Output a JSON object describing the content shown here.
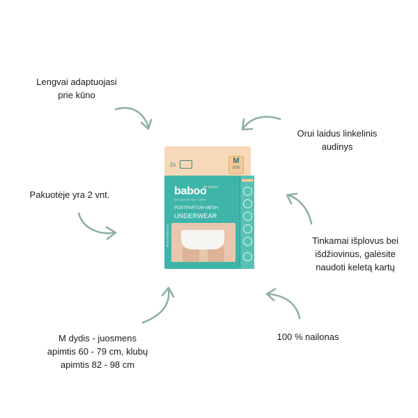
{
  "labels": {
    "top_left": [
      "Lengvai adaptuojasi",
      "prie kūno"
    ],
    "top_right": [
      "Orui laidus linkelinis",
      "audinys"
    ],
    "mid_left": [
      "Pakuotėje yra 2 vnt."
    ],
    "mid_right": [
      "Tinkamai išplovus bei",
      "išdžiovinus, galėsite",
      "naudoti keletą kartų"
    ],
    "bottom_left": [
      "M dydis - juosmens",
      "apimtis 60 - 79 cm, klubų",
      "apimtis 82 - 98 cm"
    ],
    "bottom_right": [
      "100 % nailonas"
    ]
  },
  "product": {
    "count": "2x",
    "size_letter": "M",
    "size_word": "SIZE",
    "brand": "baboo",
    "brand_sub": "for moms",
    "tagline": "BECAUSE WE CARE",
    "line1": "POSTPARTUM MESH",
    "line2": "UNDERWEAR",
    "side_text": "POSTPARTUM"
  },
  "colors": {
    "arrow": "#8eb1a0",
    "box_teal": "#3fb4a8",
    "box_peach": "#f6d9b8"
  }
}
